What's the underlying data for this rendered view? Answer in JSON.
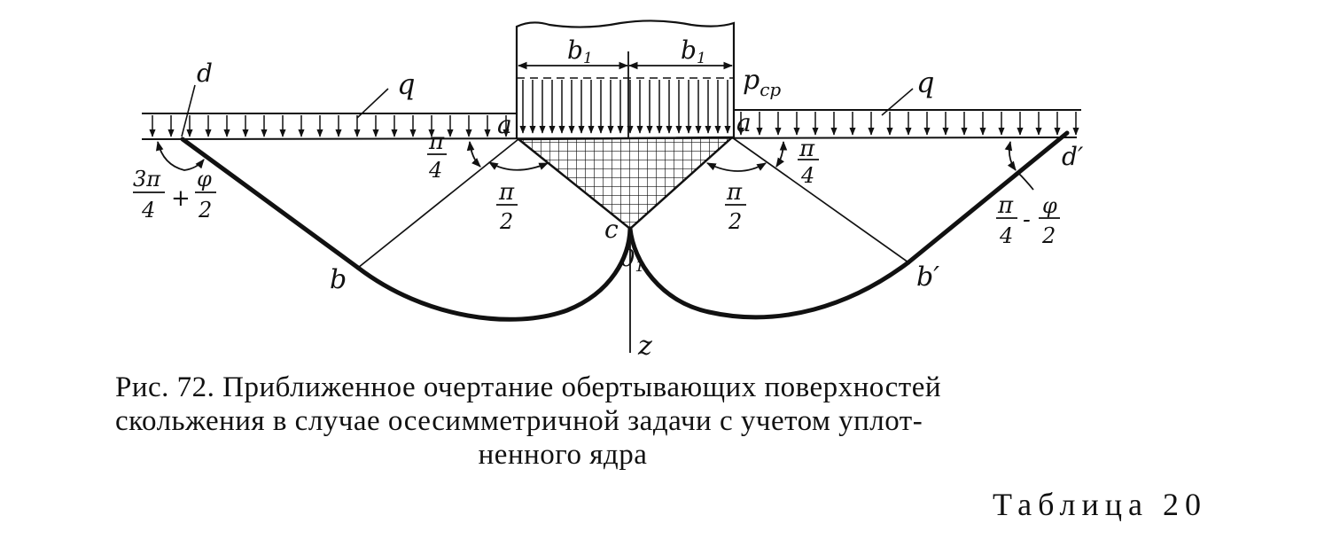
{
  "labels": {
    "d": "d",
    "d_prime": "d",
    "prime": "′",
    "q_left": "q",
    "q_right": "q",
    "b1_left": "b",
    "b1_right": "b",
    "sub1": "1",
    "p": "p",
    "p_sub": "cp",
    "a_left": "a",
    "a_right": "a",
    "c": "c",
    "o": "0",
    "o_sub": "1",
    "z": "z",
    "b_left": "b",
    "b_right": "b",
    "pi": "π",
    "four": "4",
    "two": "2",
    "three_pi": "3π",
    "phi": "φ",
    "plus": "+",
    "minus": "-"
  },
  "caption": {
    "line1": "Рис. 72. Приближенное очертание обертывающих поверхностей",
    "line2": "скольжения в случае осесимметричной задачи с учетом уплот-",
    "line3": "ненного ядра"
  },
  "table_label": "Таблица 20"
}
